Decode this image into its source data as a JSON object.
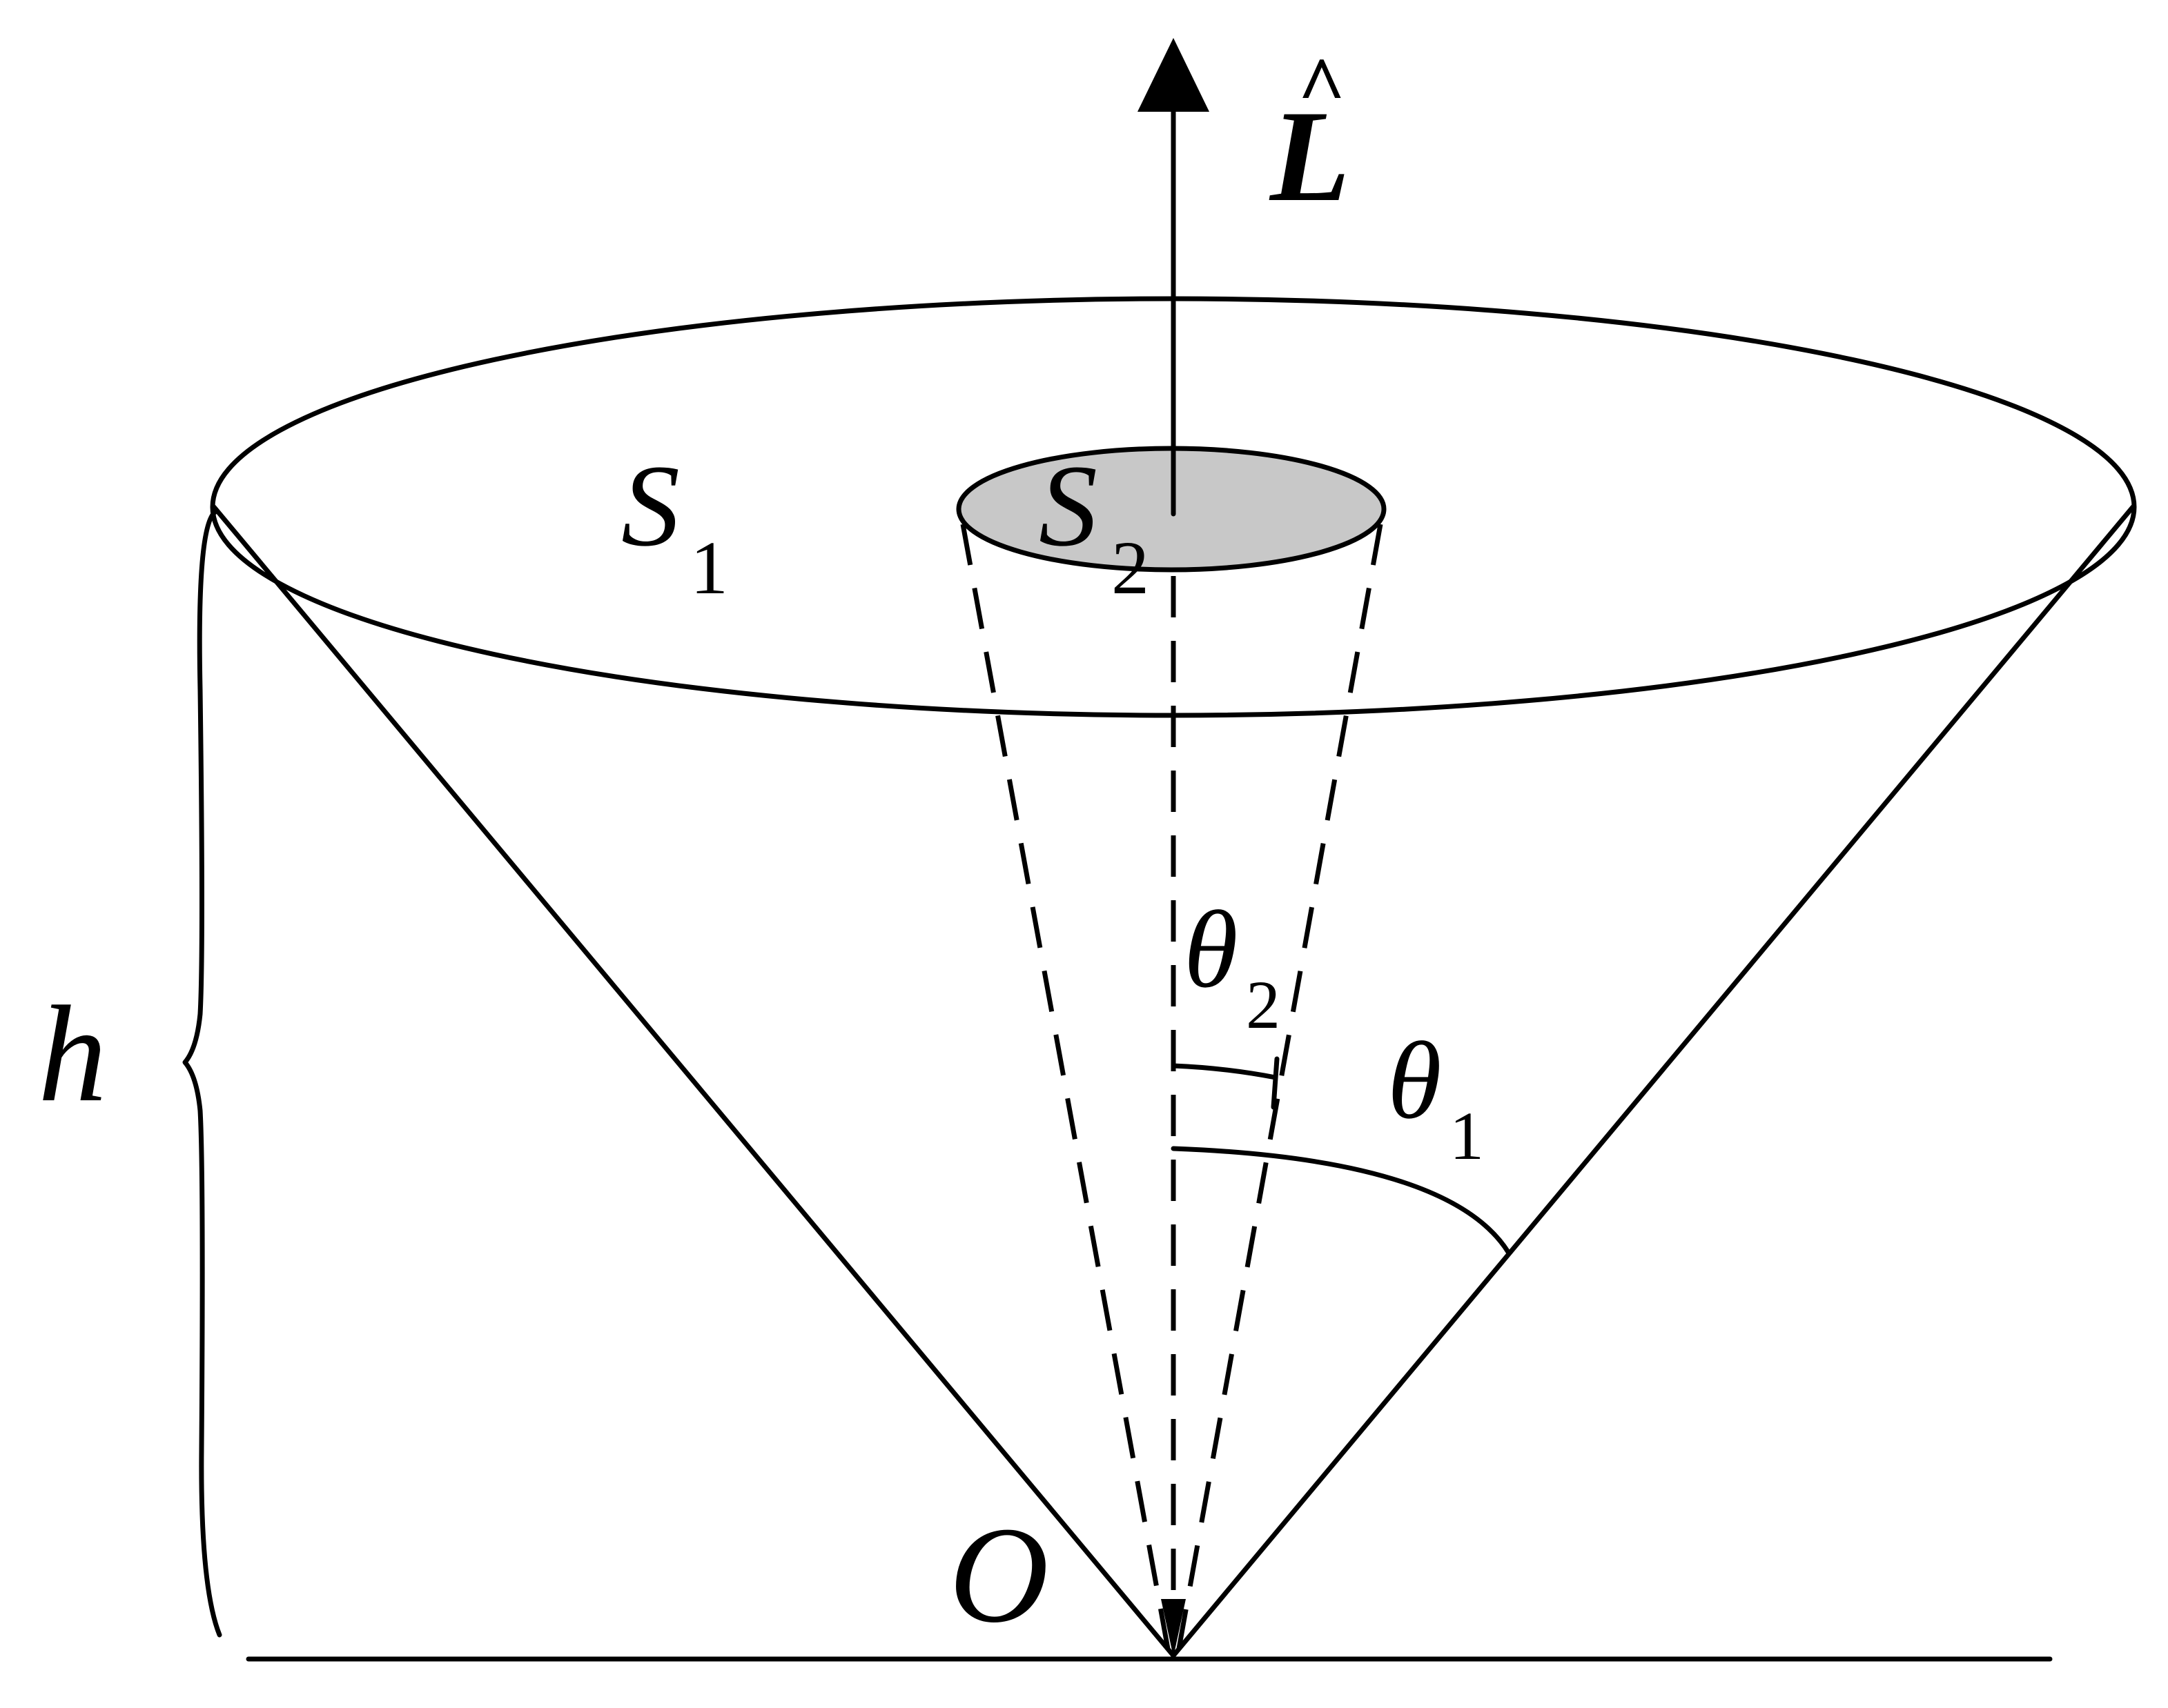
{
  "labels": {
    "axis_vector": "L",
    "axis_hat": "^",
    "region_outer": {
      "main": "S",
      "sub": "1"
    },
    "region_inner": {
      "main": "S",
      "sub": "2"
    },
    "angle_inner": {
      "main": "θ",
      "sub": "2"
    },
    "angle_outer": {
      "main": "θ",
      "sub": "1"
    },
    "height": "h",
    "origin": "O"
  },
  "colors": {
    "line": "#000000",
    "inner_disk_fill": "#c8c8c8",
    "background": "#ffffff"
  }
}
